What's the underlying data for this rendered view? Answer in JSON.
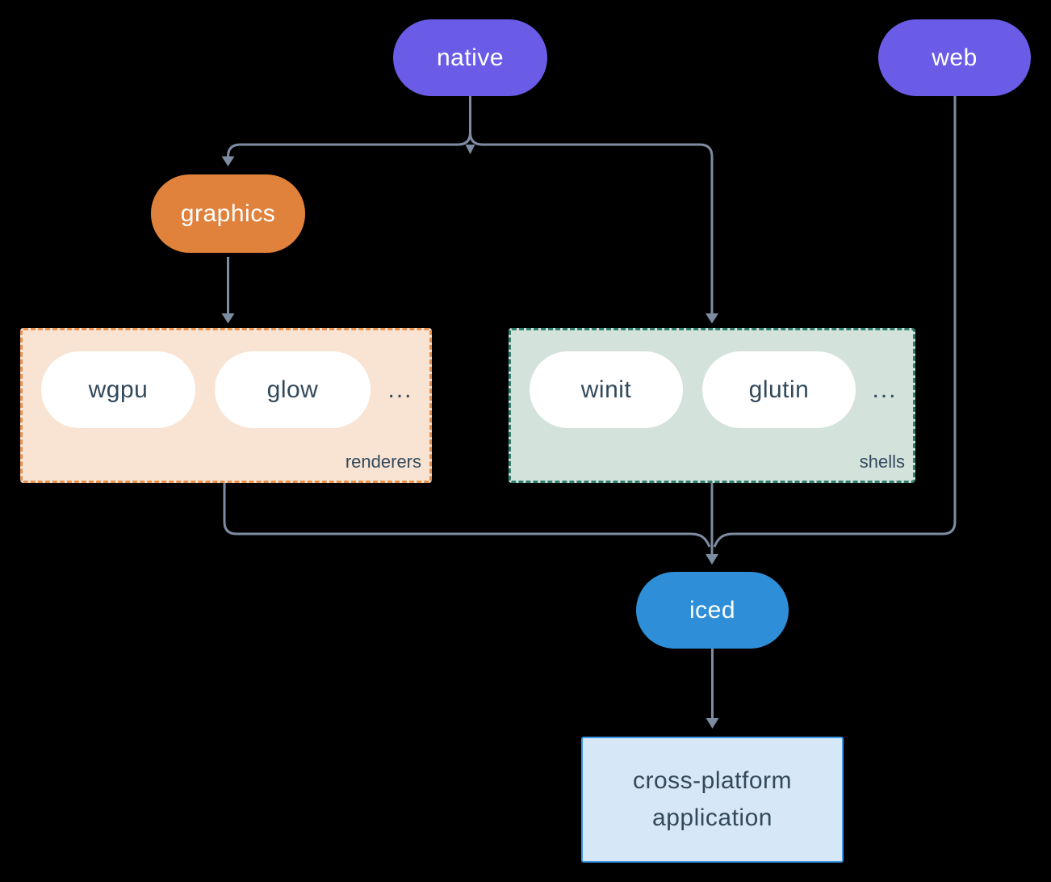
{
  "nodes": {
    "native": {
      "label": "native"
    },
    "web": {
      "label": "web"
    },
    "graphics": {
      "label": "graphics"
    },
    "iced": {
      "label": "iced"
    },
    "application": {
      "lines": [
        "cross-platform",
        "application"
      ]
    }
  },
  "groups": {
    "renderers": {
      "label": "renderers",
      "items": [
        "wgpu",
        "glow"
      ],
      "ellipsis": "..."
    },
    "shells": {
      "label": "shells",
      "items": [
        "winit",
        "glutin"
      ],
      "ellipsis": "..."
    }
  },
  "colors": {
    "background": "#000000",
    "connector": "#7D8CA1",
    "node-purple": "#6B5CE7",
    "node-orange": "#E0823C",
    "node-blue": "#2E8FD8",
    "pill-white": "#FFFFFF",
    "text-light": "#FFFFFF",
    "text-dark": "#32495B",
    "renderers-fill": "#F9E4D3",
    "renderers-border": "#E8914E",
    "shells-fill": "#D3E2DB",
    "shells-border": "#2F7D6D",
    "app-fill": "#D6E8F8",
    "app-border": "#3B97E5"
  }
}
